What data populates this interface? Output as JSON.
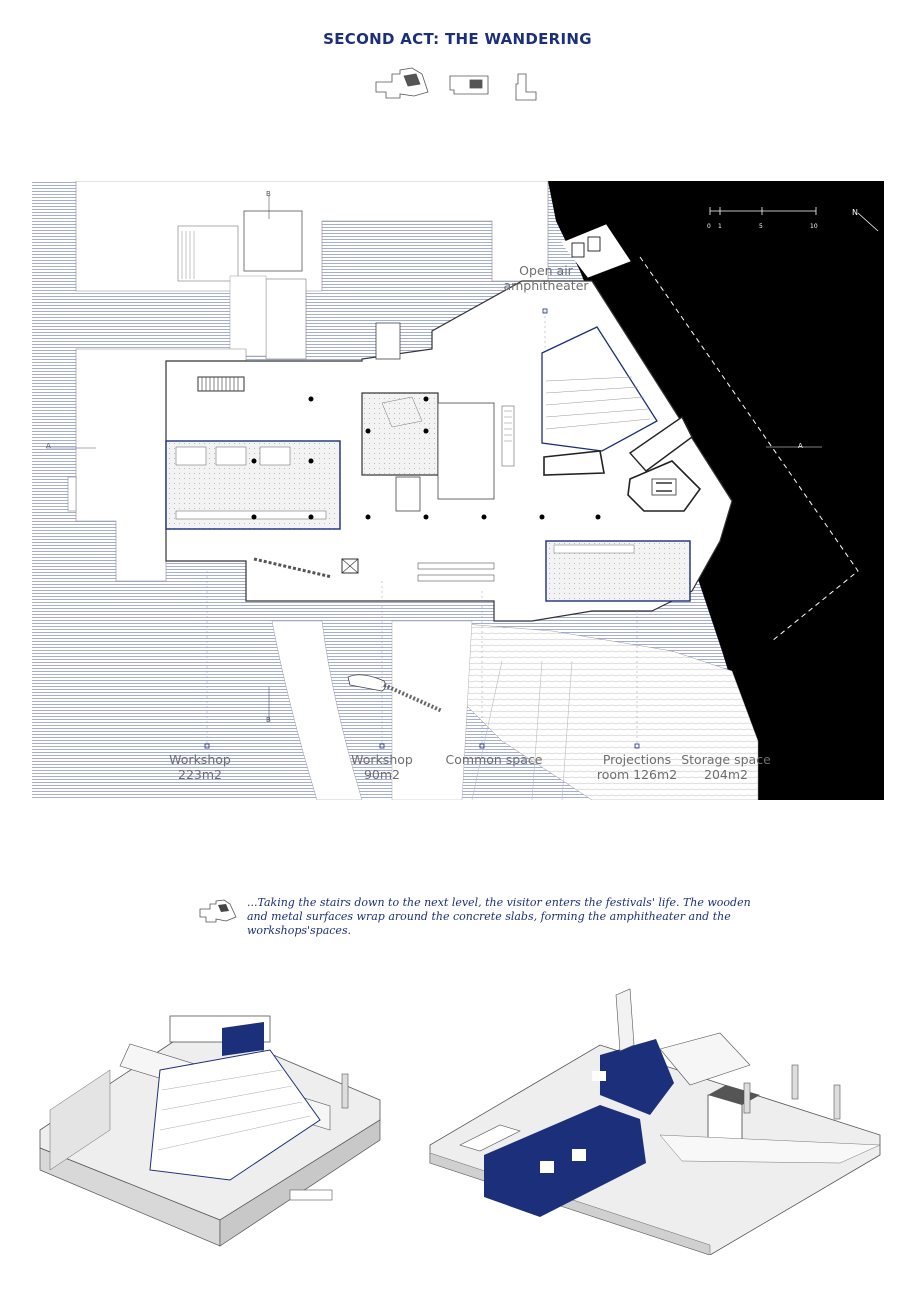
{
  "header": {
    "title": "SECOND ACT: THE WANDERING"
  },
  "plan": {
    "scale_ticks": [
      "0",
      "1",
      "5",
      "10"
    ],
    "north_label": "N",
    "section_marks": {
      "a_left": "A",
      "a_right": "A",
      "b_top": "B",
      "b_bottom": "B"
    },
    "rooms": {
      "open_air": {
        "line1": "Open air",
        "line2": "amphitheater"
      },
      "workshop_large": {
        "line1": "Workshop",
        "line2": "223m2"
      },
      "workshop_small": {
        "line1": "Workshop",
        "line2": "90m2"
      },
      "common_space": {
        "line1": "Common space"
      },
      "projections": {
        "line1": "Projections",
        "line2": "room 126m2"
      },
      "storage": {
        "line1": "Storage space",
        "line2": "204m2"
      }
    }
  },
  "caption": {
    "text": "...Taking the stairs down to the next level, the visitor enters the festivals' life. The wooden and metal surfaces wrap around the concrete slabs, forming the amphitheater and the  workshops'spaces."
  },
  "colors": {
    "accent_blue": "#1c2f7a",
    "water_blue": "#aab4dd",
    "black": "#000000"
  }
}
